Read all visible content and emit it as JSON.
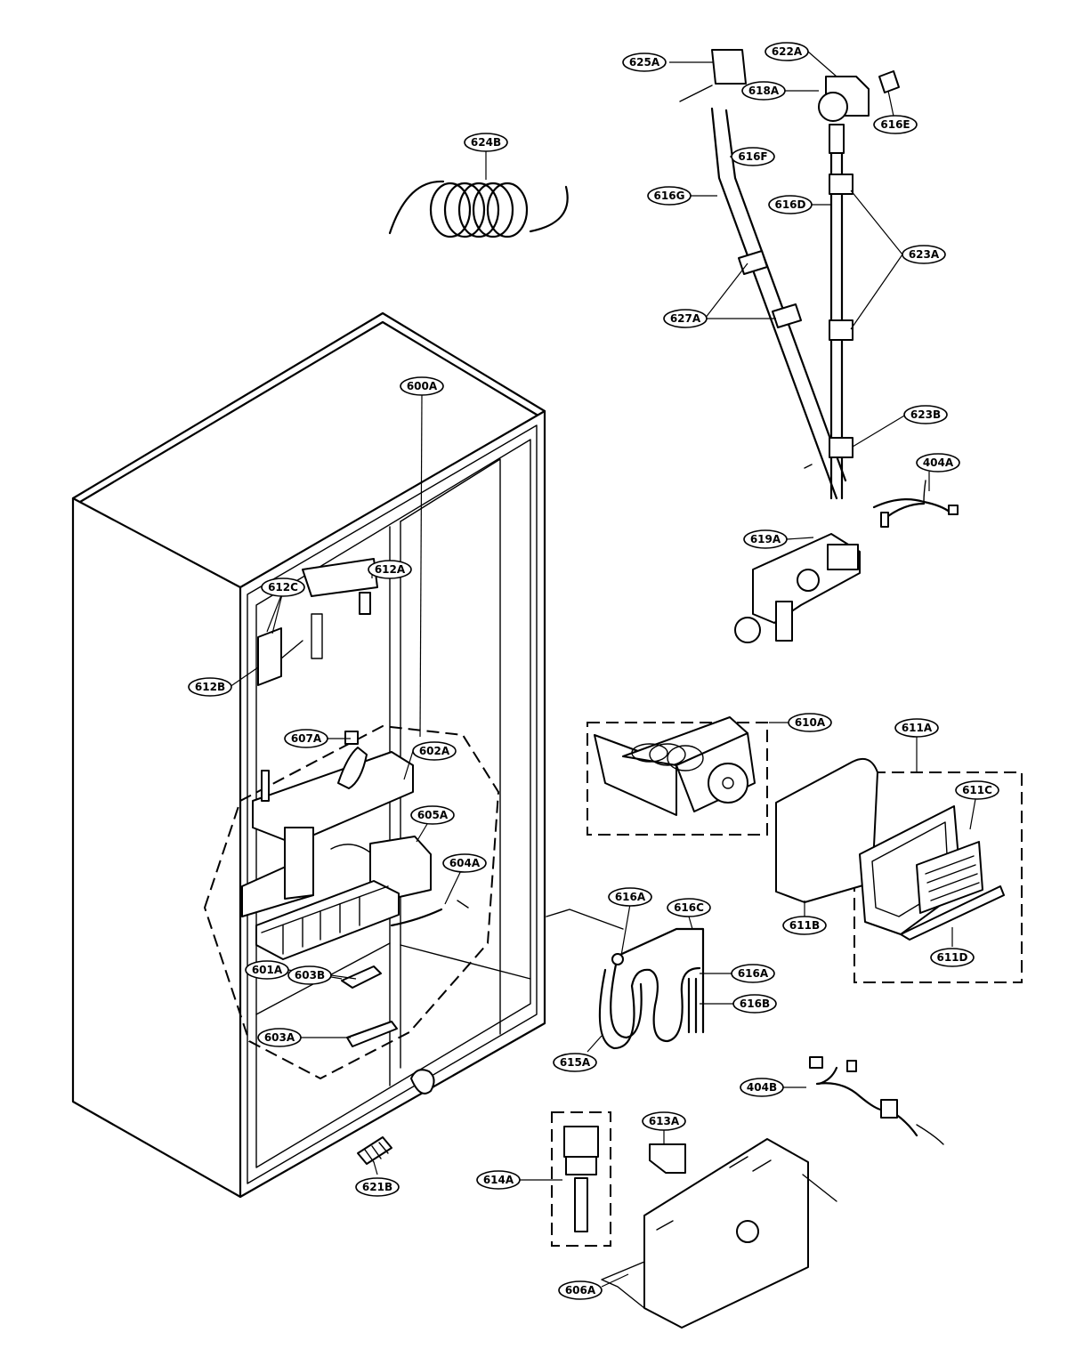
{
  "callouts": [
    {
      "id": "625A",
      "label": "625A"
    },
    {
      "id": "622A",
      "label": "622A"
    },
    {
      "id": "618A",
      "label": "618A"
    },
    {
      "id": "616E",
      "label": "616E"
    },
    {
      "id": "624B",
      "label": "624B"
    },
    {
      "id": "616F",
      "label": "616F"
    },
    {
      "id": "616G",
      "label": "616G"
    },
    {
      "id": "616D",
      "label": "616D"
    },
    {
      "id": "623A",
      "label": "623A"
    },
    {
      "id": "627A",
      "label": "627A"
    },
    {
      "id": "623B",
      "label": "623B"
    },
    {
      "id": "404A",
      "label": "404A"
    },
    {
      "id": "619A",
      "label": "619A"
    },
    {
      "id": "612A",
      "label": "612A"
    },
    {
      "id": "612C",
      "label": "612C"
    },
    {
      "id": "612B",
      "label": "612B"
    },
    {
      "id": "600A",
      "label": "600A"
    },
    {
      "id": "607A",
      "label": "607A"
    },
    {
      "id": "602A",
      "label": "602A"
    },
    {
      "id": "605A",
      "label": "605A"
    },
    {
      "id": "604A",
      "label": "604A"
    },
    {
      "id": "610A",
      "label": "610A"
    },
    {
      "id": "611A",
      "label": "611A"
    },
    {
      "id": "611C",
      "label": "611C"
    },
    {
      "id": "611B",
      "label": "611B"
    },
    {
      "id": "611D",
      "label": "611D"
    },
    {
      "id": "616A",
      "label": "616A"
    },
    {
      "id": "616C",
      "label": "616C"
    },
    {
      "id": "616A-2",
      "label": "616A"
    },
    {
      "id": "616B",
      "label": "616B"
    },
    {
      "id": "615A",
      "label": "615A"
    },
    {
      "id": "601A",
      "label": "601A"
    },
    {
      "id": "603B",
      "label": "603B"
    },
    {
      "id": "603A",
      "label": "603A"
    },
    {
      "id": "404B",
      "label": "404B"
    },
    {
      "id": "613A",
      "label": "613A"
    },
    {
      "id": "614A",
      "label": "614A"
    },
    {
      "id": "621B",
      "label": "621B"
    },
    {
      "id": "606A",
      "label": "606A"
    }
  ]
}
